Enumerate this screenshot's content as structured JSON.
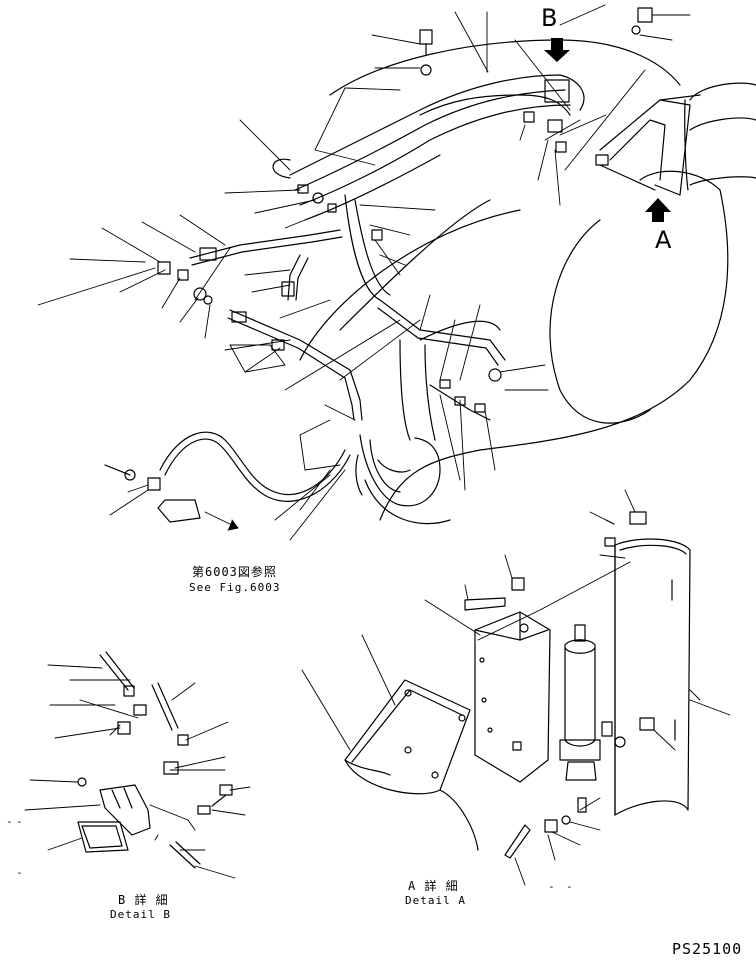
{
  "view_labels": {
    "b": "B",
    "a": "A"
  },
  "reference": {
    "ja": "第6003図参照",
    "en": "See Fig.6003"
  },
  "detail_b": {
    "ja": "B 詳 細",
    "en": "Detail B"
  },
  "detail_a": {
    "ja": "A 詳 細",
    "en": "Detail A"
  },
  "drawing_code": "PS25100",
  "dash_marks": [
    "-",
    "-",
    "-",
    "-",
    "-"
  ],
  "colors": {
    "ink": "#000000",
    "paper": "#ffffff"
  }
}
